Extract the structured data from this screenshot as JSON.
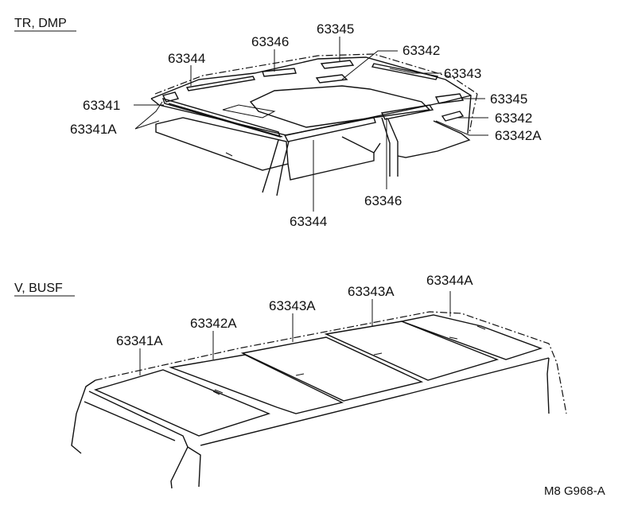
{
  "sections": {
    "top": "TR, DMP",
    "bottom": "V, BUSF"
  },
  "top_labels": {
    "p63345_top": "63345",
    "p63346_top": "63346",
    "p63344_top": "63344",
    "p63342_top": "63342",
    "p63343": "63343",
    "p63341": "63341",
    "p63345_right": "63345",
    "p63341A": "63341A",
    "p63342_right": "63342",
    "p63342A": "63342A",
    "p63346_bottom": "63346",
    "p63344_bottom": "63344"
  },
  "bottom_labels": {
    "p63344A": "63344A",
    "p63343A_a": "63343A",
    "p63343A_b": "63343A",
    "p63342A": "63342A",
    "p63341A": "63341A"
  },
  "figure_code": "M8 G968-A"
}
